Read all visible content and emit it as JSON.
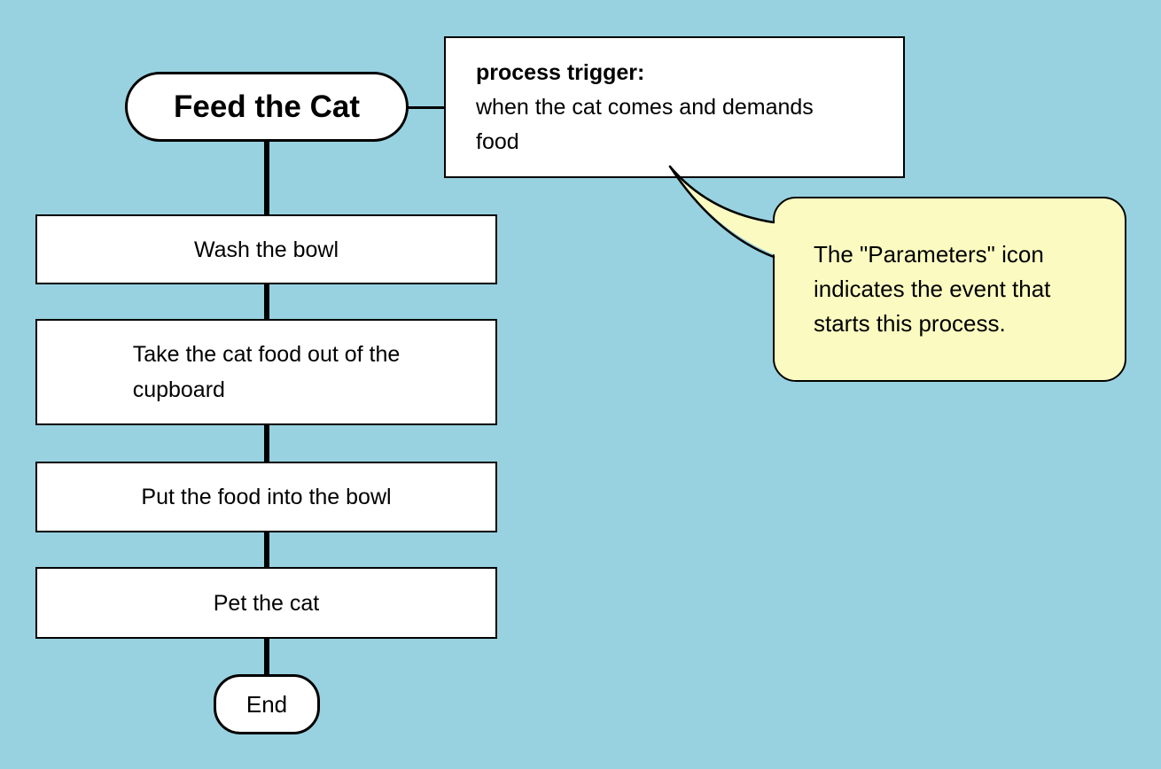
{
  "diagram": {
    "type": "flowchart",
    "colors": {
      "background": "#98D2E0",
      "node_fill": "#FFFFFF",
      "callout_fill": "#FBFBC1",
      "stroke": "#000000"
    },
    "start_node": {
      "label": "Feed the Cat"
    },
    "steps": [
      {
        "label": "Wash the bowl"
      },
      {
        "label": "Take the cat food out of the\ncupboard"
      },
      {
        "label": "Put the food into the bowl"
      },
      {
        "label": "Pet the cat"
      }
    ],
    "end_node": {
      "label": "End"
    },
    "trigger_note": {
      "heading": "process trigger:",
      "body": "when the cat comes and demands\nfood"
    },
    "callout": {
      "text": "The \"Parameters\" icon\nindicates the event that\nstarts this process."
    }
  }
}
